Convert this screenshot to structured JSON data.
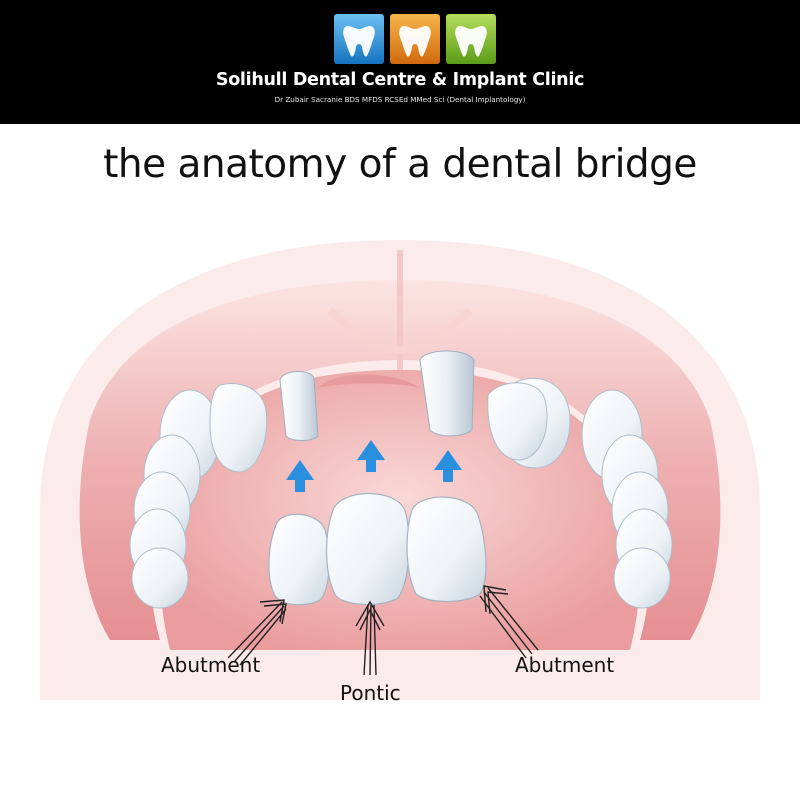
{
  "header": {
    "clinic_name": "Solihull Dental Centre & Implant Clinic",
    "subtitle": "Dr Zubair Sacranie BDS MFDS RCSEd MMed Sci (Dental Implantology)",
    "logo_colors": [
      "#1e8fd8",
      "#e88a1e",
      "#7dbb2a"
    ],
    "logo_icon": "tooth-icon"
  },
  "diagram": {
    "title": "the anatomy of a dental bridge",
    "labels": {
      "abutment_left": "Abutment",
      "pontic": "Pontic",
      "abutment_right": "Abutment"
    },
    "colors": {
      "gum": "#eaa4a6",
      "palate": "#f1c2c0",
      "tooth": "#f4f7fa",
      "arrow_blue": "#2b8fe0"
    }
  }
}
